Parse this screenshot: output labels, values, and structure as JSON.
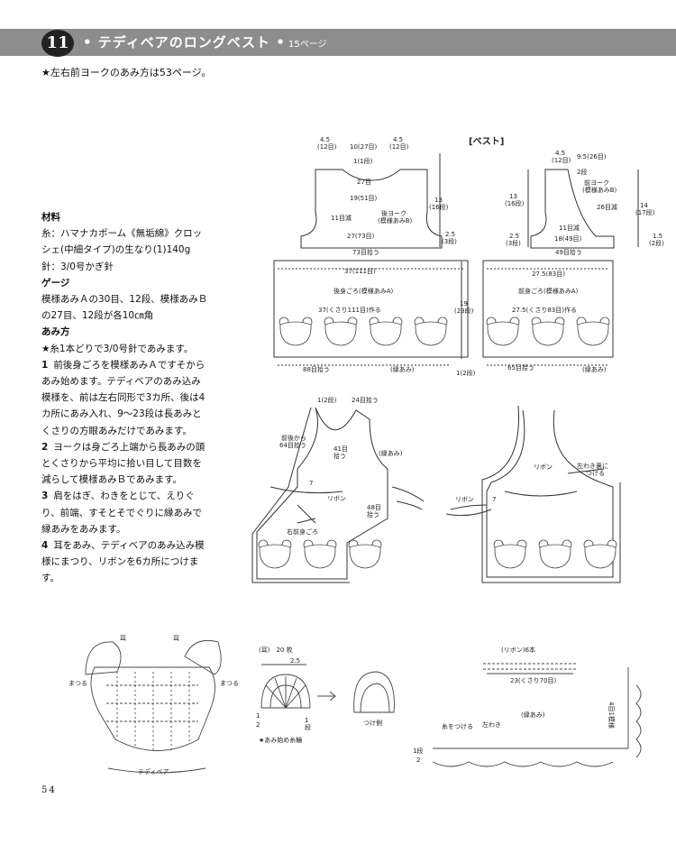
{
  "header": {
    "number": "11",
    "title": "• テディベアのロングベスト •",
    "page_ref": "15ページ"
  },
  "note": "★左右前ヨークのあみ方は53ページ。",
  "materials": {
    "heading": "材料",
    "yarn": "糸：ハマナカポーム《無垢綿》クロッシェ(中細タイプ)の生なり(1)140g",
    "needle": "針：3/0号かぎ針"
  },
  "gauge": {
    "heading": "ゲージ",
    "text": "模様あみＡの30目、12段、模様あみＢの27目、12段が各10㎝角"
  },
  "method": {
    "heading": "あみ方",
    "intro": "★糸1本どりで3/0号針であみます。",
    "steps": [
      {
        "num": "1",
        "text": "前後身ごろを模様あみＡですそからあみ始めます。テディベアのあみ込み模様を、前は左右同形で3カ所、後は4カ所にあみ入れ、9〜23段は長あみとくさりの方眼あみだけであみます。"
      },
      {
        "num": "2",
        "text": "ヨークは身ごろ上端から長あみの頭とくさりから平均に拾い目して目数を減らして模様あみＢであみます。"
      },
      {
        "num": "3",
        "text": "肩をはぎ、わきをとじて、えりぐり、前端、すそとそでぐりに縁あみで縁あみをあみます。"
      },
      {
        "num": "4",
        "text": "耳をあみ、テディベアのあみ込み模様にまつり、リボンを6カ所につけます。"
      }
    ]
  },
  "page_number": "54",
  "diagram_labels": {
    "vest_title": "[ベスト]",
    "back": {
      "w45a": "4.5",
      "w45a2": "(12目)",
      "w10": "10(27目)",
      "w45b": "4.5",
      "w45b2": "(12目)",
      "r1": "1(1段)",
      "s27": "27目",
      "s19": "19(51目)",
      "dec11": "11目減",
      "yoke_b": "後ヨーク",
      "yoke_b2": "(模様あみB)",
      "s27_73": "27(73目)",
      "pick73": "73目拾う",
      "h13": "13",
      "h13b": "(16段)",
      "h25": "2.5",
      "h25b": "(3段)",
      "w37": "37(111目)",
      "body": "後身ごろ(模様あみA)",
      "chain": "37(くさり111目)作る",
      "h19": "19",
      "h19b": "(23段)",
      "pick88": "88目拾う",
      "edge": "(縁あみ)",
      "h1": "1(2段)"
    },
    "front": {
      "w45": "4.5",
      "w45b": "(12目)",
      "w95": "9.5(26目)",
      "r2": "2段",
      "yoke_f": "前ヨーク",
      "yoke_f2": "(模様あみB)",
      "s26": "26目減",
      "h13": "13",
      "h13b": "(16段)",
      "h14": "14",
      "h14b": "(17段)",
      "dec11": "11目減",
      "s18": "18(49目)",
      "h25": "2.5",
      "h25b": "(3段)",
      "h15": "1.5",
      "h15b": "(2段)",
      "pick49": "49目拾う",
      "w275": "27.5(83目)",
      "body": "前身ごろ(模様あみA)",
      "chain": "27.5(くさり83目)作る",
      "pick65": "65目拾う",
      "edge": "(縁あみ)"
    },
    "assembly": {
      "top2": "1(2段)",
      "pick24": "24目拾う",
      "pick64a": "前後から",
      "pick64b": "64目拾う",
      "pick41a": "41目",
      "pick41b": "拾う",
      "edge": "(縁あみ)",
      "seven": "7",
      "ribbon": "リボン",
      "pick48a": "48目",
      "pick48b": "拾う",
      "right_front": "右前身ごろ",
      "ribbon2": "リボン",
      "side_a": "左わき裏に",
      "side_b": "つける",
      "ribbon3": "リボン",
      "seven2": "7"
    },
    "teddy": {
      "ear": "耳",
      "ear2": "耳",
      "sew1": "まつる",
      "sew2": "まつる",
      "name": "テディベア"
    },
    "ear_chart": {
      "title": "(耳)　20 枚",
      "w": "2.5",
      "start": "★あみ始め糸輪",
      "one": "1",
      "two": "2",
      "row1": "1",
      "row_label": "段",
      "attach": "つけ側"
    },
    "ribbon_chart": {
      "title": "(リボン)6本",
      "len": "23(くさり70目)",
      "edge": "(縁あみ)",
      "yarn_attach": "糸をつける",
      "side": "左わき",
      "row1": "1段",
      "row2": "2",
      "repeat": "4目1模様"
    }
  }
}
